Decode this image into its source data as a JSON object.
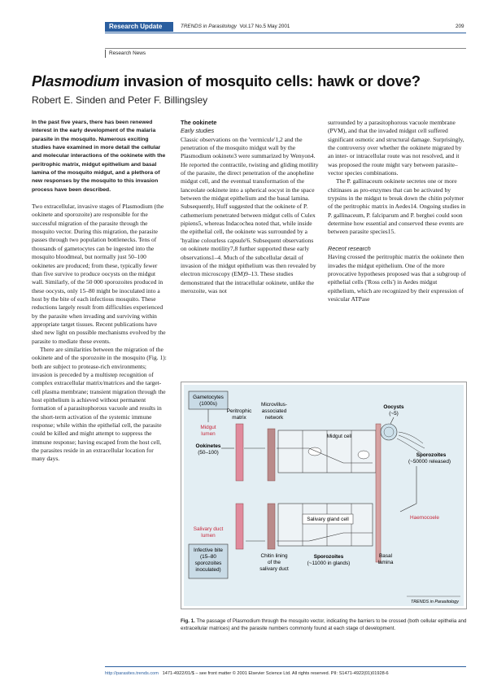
{
  "header": {
    "badge": "Research Update",
    "journal": "TRENDS in Parasitology",
    "volume": "Vol.17 No.5 May 2001",
    "page": "209"
  },
  "section_tag": "Research News",
  "title_italic": "Plasmodium",
  "title_rest": " invasion of mosquito cells: hawk or dove?",
  "authors": "Robert E. Sinden and Peter F. Billingsley",
  "abstract": "In the past five years, there has been renewed interest in the early development of the malaria parasite in the mosquito. Numerous exciting studies have examined in more detail the cellular and molecular interactions of the ookinete with the peritrophic matrix, midgut epithelium and basal lamina of the mosquito midgut, and a plethora of new responses by the mosquito to this invasion process have been described.",
  "col1_p1": "Two extracellular, invasive stages of Plasmodium (the ookinete and sporozoite) are responsible for the successful migration of the parasite through the mosquito vector. During this migration, the parasite passes through two population bottlenecks. Tens of thousands of gametocytes can be ingested into the mosquito bloodmeal, but normally just 50–100 ookinetes are produced; from these, typically fewer than five survive to produce oocysts on the midgut wall. Similarly, of the 50 000 sporozoites produced in these oocysts, only 15–80 might be inoculated into a host by the bite of each infectious mosquito. These reductions largely result from difficulties experienced by the parasite when invading and surviving within appropriate target tissues. Recent publications have shed new light on possible mechanisms evolved by the parasite to mediate these events.",
  "col1_p2": "There are similarities between the migration of the ookinete and of the sporozoite in the mosquito (Fig. 1): both are subject to protease-rich environments; invasion is preceded by a multistep recognition of complex extracellular matrix/matrices and the target-cell plasma membrane; transient migration through the host epithelium is achieved without permanent formation of a parasitophorous vacuole and results in the short-term activation of the systemic immune response; while within the epithelial cell, the parasite could be killed and might attempt to suppress the immune response; having escaped from the host cell, the parasites reside in an extracellular location for many days.",
  "col2_head": "The ookinete",
  "col2_sub": "Early studies",
  "col2_p1": "Classic observations on the 'vermicule'1,2 and the penetration of the mosquito midgut wall by the Plasmodium ookinete3 were summarized by Wenyon4. He reported the contractile, twisting and gliding motility of the parasite, the direct penetration of the anopheline midgut cell, and the eventual transformation of the lanceolate ookinete into a spherical oocyst in the space between the midgut epithelium and the basal lamina. Subsequently, Huff suggested that the ookinete of P. cathemerium penetrated between midgut cells of Culex pipiens5, whereas Indacochea noted that, while inside the epithelial cell, the ookinete was surrounded by a 'hyaline colourless capsule'6. Subsequent observations on ookinete motility7,8 further supported these early observations1–4. Much of the subcellular detail of invasion of the midgut epithelium was then revealed by electron microscopy (EM)9–13. These studies demonstrated that the intracellular ookinete, unlike the merozoite, was not",
  "col3_p1": "surrounded by a parasitophorous vacuole membrane (PVM), and that the invaded midgut cell suffered significant osmotic and structural damage. Surprisingly, the controversy over whether the ookinete migrated by an inter- or intracellular route was not resolved, and it was proposed the route might vary between parasite–vector species combinations.",
  "col3_p2": "The P. gallinaceum ookinete secretes one or more chitinases as pro-enzymes that can be activated by trypsins in the midgut to break down the chitin polymer of the peritrophic matrix in Aedes14. Ongoing studies in P. gallinaceum, P. falciparum and P. berghei could soon determine how essential and conserved these events are between parasite species15.",
  "col3_sub": "Recent research",
  "col3_p3": "Having crossed the peritrophic matrix the ookinete then invades the midgut epithelium. One of the more provocative hypotheses proposed was that a subgroup of epithelial cells ('Ross cells') in Aedes midgut epithelium, which are recognized by their expression of vesicular ATPase",
  "figure": {
    "gametocytes": [
      "Gametocytes",
      "(1000s)"
    ],
    "peritrophic": [
      "Peritrophic",
      "matrix"
    ],
    "microvillus": [
      "Microvillus-",
      "associated",
      "network"
    ],
    "oocysts": [
      "Oocysts",
      "(~5)"
    ],
    "midgut_lumen": [
      "Midgut",
      "lumen"
    ],
    "ookinetes": [
      "Ookinetes",
      "(50–100)"
    ],
    "midgut_cell": "Midgut cell",
    "sporozoites_released": [
      "Sporozoites",
      "(~50000 released)"
    ],
    "salivary_gland_cell": "Salivary gland cell",
    "haemocoele": "Haemocoele",
    "salivary_duct_lumen": [
      "Salivary duct",
      "lumen"
    ],
    "infective_bite": [
      "Infective bite",
      "(15–80",
      "sporozoites",
      "inoculated)"
    ],
    "chitin_lining": [
      "Chitin lining",
      "of the",
      "salivary duct"
    ],
    "sporozoites_glands": [
      "Sporozoites",
      "(~11000 in glands)"
    ],
    "basal_lamina": [
      "Basal",
      "lamina"
    ],
    "credit": "TRENDS in Parasitology"
  },
  "caption_label": "Fig. 1.",
  "caption_text": " The passage of Plasmodium through the mosquito vector, indicating the barriers to be crossed (both cellular epithelia and extracellular matrices) and the parasite numbers commonly found at each stage of development.",
  "footer": {
    "url": "http://parasites.trends.com",
    "rest": "1471-4922/01/$ – see front matter © 2001 Elsevier Science Ltd. All rights reserved.   PII: S1471-4922(01)01928-6"
  },
  "colors": {
    "brand": "#2a5e9f",
    "figure_bg": "#e3eef3",
    "figure_pink": "#e08a9c",
    "figure_red": "#c6283a",
    "figure_brown": "#8b4a4a"
  }
}
